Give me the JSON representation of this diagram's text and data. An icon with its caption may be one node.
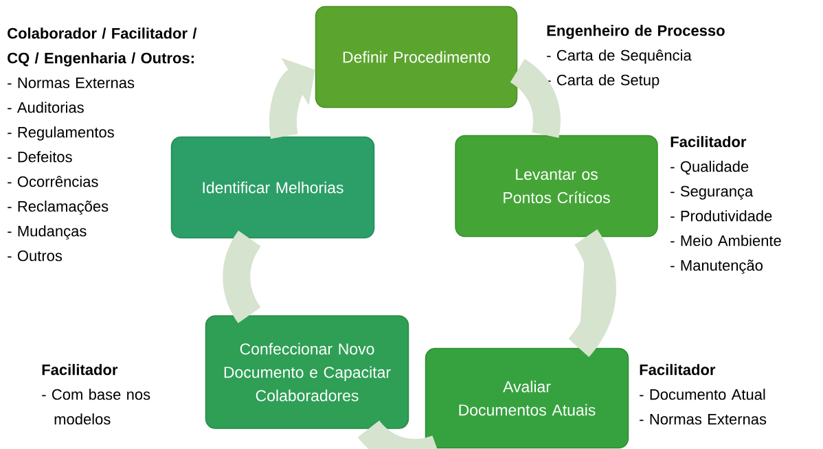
{
  "diagram": {
    "nodes": [
      {
        "text": [
          "Definir Procedimento"
        ],
        "beside": [
          "Engenheiro de Processo",
          "- Carta de Sequência",
          "- Carta de Setup"
        ]
      },
      {
        "text": [
          "Levantar os Pontos Críticos"
        ],
        "beside": [
          "Facilitador",
          "- Qualidade",
          "- Segurança",
          "- Produtividade",
          "- Meio Ambiente",
          "- Manutenção"
        ]
      },
      {
        "text": [
          "Avaliar Documentos Atuais"
        ],
        "beside": [
          "Facilitador",
          "- Documento Atual",
          "- Normas Externas"
        ]
      },
      {
        "text": [
          "Confeccionar Novo Documento e Capacitar Colaboradores"
        ],
        "beside": [
          "Facilitador",
          "- Com base nos modelos"
        ]
      },
      {
        "text": [
          "Identificar Melhorias"
        ],
        "beside": [
          "Colaborador / Facilitador / CQ / Engenharia / Outros:",
          "- Normas Externas",
          "- Auditorias",
          "- Regulamentos",
          "- Defeitos",
          "- Ocorrências",
          "- Reclamações",
          "- Mudanças",
          "- Outros"
        ]
      }
    ],
    "edges": [
      {
        "from": 0,
        "to": 1,
        "arrow": "none"
      },
      {
        "from": 1,
        "to": 2,
        "arrow": "none"
      },
      {
        "from": 2,
        "to": 3,
        "arrow": "none"
      },
      {
        "from": 3,
        "to": 4,
        "arrow": "none"
      },
      {
        "from": 4,
        "to": 0,
        "arrow": "to"
      }
    ]
  }
}
